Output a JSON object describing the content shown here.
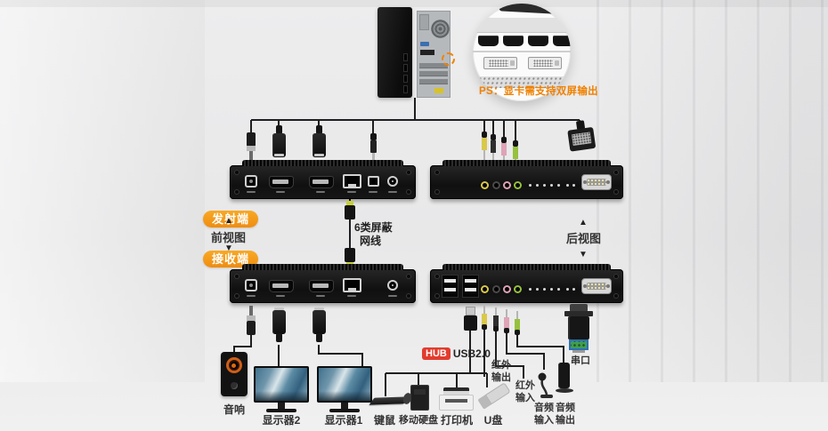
{
  "diagram": {
    "pc_note": "PS：显卡需支持双屏输出",
    "transmitter_badge": "发射端",
    "receiver_badge": "接收端",
    "front_view": "前视图",
    "rear_view": "后视图",
    "arrow_up": "▲",
    "arrow_down": "▼",
    "cable_label_line1": "6类屏蔽",
    "cable_label_line2": "网线",
    "hub_tag": "HUB",
    "hub_text": "USB2.0"
  },
  "peripherals": {
    "speaker": "音响",
    "monitor2": "显示器2",
    "monitor1": "显示器1",
    "keyboard_mouse": "键鼠",
    "mobile_hdd": "移动硬盘",
    "printer": "打印机",
    "usb_drive": "U盘"
  },
  "io_labels": {
    "ir_out": "红外输出",
    "ir_in": "红外输入",
    "audio_in": "音频输入",
    "audio_out": "音频输出",
    "serial": "串口"
  },
  "colors": {
    "accent_orange": "#f39119",
    "note_orange": "#f08101",
    "hub_red": "#e23c2e",
    "jack_yellow": "#d9c84a",
    "jack_black": "#2e2e2e",
    "jack_pink": "#dfa3b6",
    "jack_green": "#96c13d",
    "line": "#1f1f1f"
  }
}
